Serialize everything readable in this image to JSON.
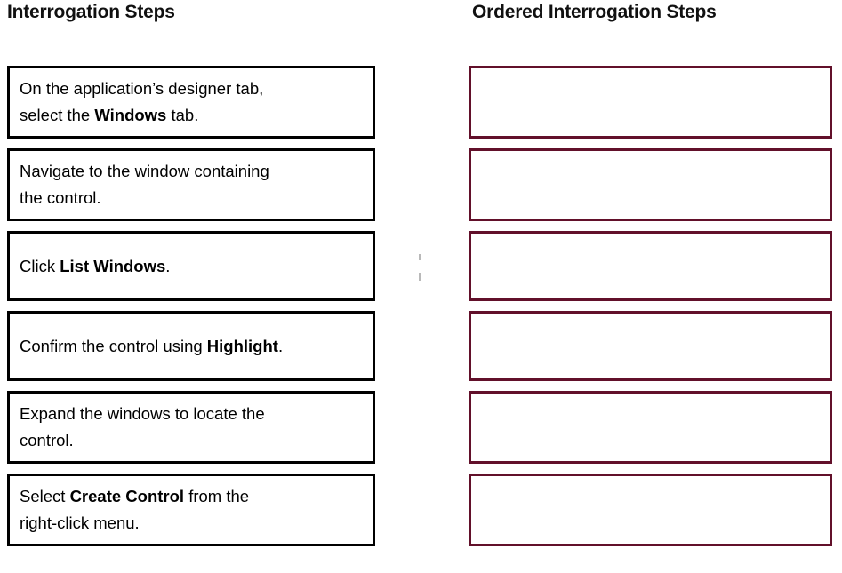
{
  "headers": {
    "left": "Interrogation Steps",
    "right": "Ordered Interrogation Steps"
  },
  "colors": {
    "step_border": "#000000",
    "drop_border": "#62102a",
    "text": "#000000",
    "background": "#ffffff"
  },
  "source_steps": [
    {
      "id": "step-1",
      "lines": [
        {
          "runs": [
            {
              "text": "On the application’s designer tab,",
              "bold": false
            }
          ]
        },
        {
          "runs": [
            {
              "text": "select the ",
              "bold": false
            },
            {
              "text": "Windows",
              "bold": true
            },
            {
              "text": " tab.",
              "bold": false
            }
          ]
        }
      ]
    },
    {
      "id": "step-2",
      "lines": [
        {
          "runs": [
            {
              "text": "Navigate to the window containing",
              "bold": false
            }
          ]
        },
        {
          "runs": [
            {
              "text": "the control.",
              "bold": false
            }
          ]
        }
      ]
    },
    {
      "id": "step-3",
      "lines": [
        {
          "runs": [
            {
              "text": "Click ",
              "bold": false
            },
            {
              "text": "List Windows",
              "bold": true
            },
            {
              "text": ".",
              "bold": false
            }
          ]
        }
      ]
    },
    {
      "id": "step-4",
      "lines": [
        {
          "runs": [
            {
              "text": "Confirm the control using ",
              "bold": false
            },
            {
              "text": "Highlight",
              "bold": true
            },
            {
              "text": ".",
              "bold": false
            }
          ]
        }
      ]
    },
    {
      "id": "step-5",
      "lines": [
        {
          "runs": [
            {
              "text": "Expand the windows to locate the",
              "bold": false
            }
          ]
        },
        {
          "runs": [
            {
              "text": "control.",
              "bold": false
            }
          ]
        }
      ]
    },
    {
      "id": "step-6",
      "lines": [
        {
          "runs": [
            {
              "text": "Select ",
              "bold": false
            },
            {
              "text": "Create Control",
              "bold": true
            },
            {
              "text": " from the",
              "bold": false
            }
          ]
        },
        {
          "runs": [
            {
              "text": "right-click menu.",
              "bold": false
            }
          ]
        }
      ]
    }
  ],
  "drop_slots": [
    {
      "id": "slot-1",
      "value": ""
    },
    {
      "id": "slot-2",
      "value": ""
    },
    {
      "id": "slot-3",
      "value": ""
    },
    {
      "id": "slot-4",
      "value": ""
    },
    {
      "id": "slot-5",
      "value": ""
    },
    {
      "id": "slot-6",
      "value": ""
    }
  ]
}
